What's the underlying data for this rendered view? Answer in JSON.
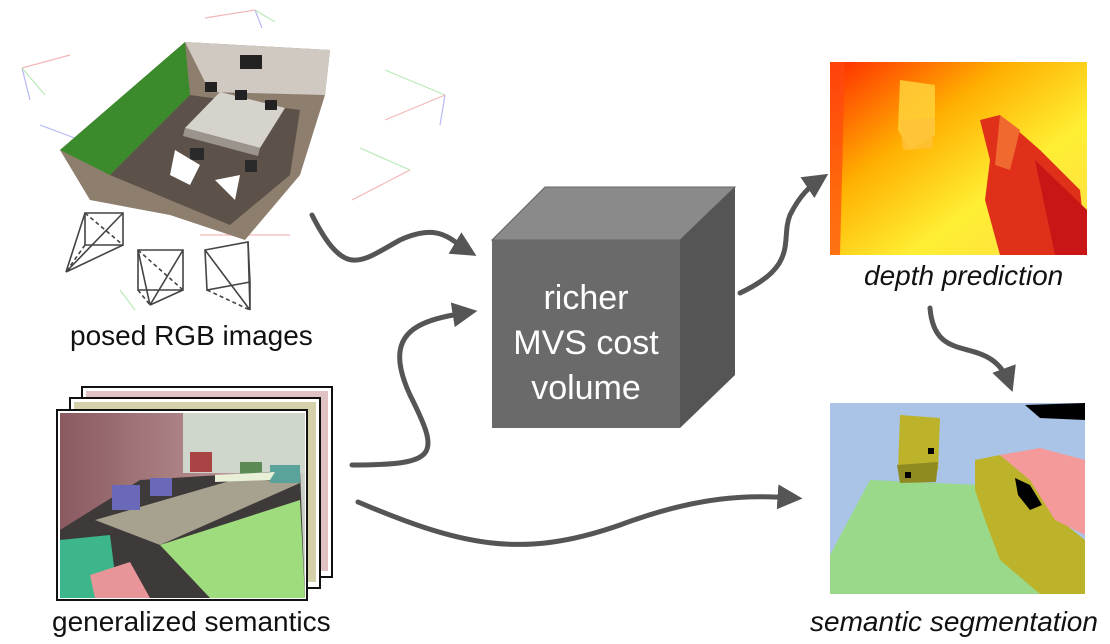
{
  "labels": {
    "posed": "posed RGB images",
    "semantics": "generalized semantics",
    "depth": "depth prediction",
    "segmentation": "semantic segmentation"
  },
  "cube": {
    "line1": "richer",
    "line2": "MVS cost",
    "line3": "volume"
  },
  "colors": {
    "arrow": "#555555",
    "cube_front": "#6a6a6a",
    "cube_top": "#8a8a8a",
    "cube_side": "#555555",
    "seg_wall": "#a9c4e6",
    "seg_floor": "#9ad98a",
    "seg_chair": "#bcb32a",
    "seg_person": "#f59a9a",
    "seg_unknown": "#000000",
    "depth_near": "#cc1010",
    "depth_mid": "#ff9a00",
    "depth_far": "#ffee33"
  },
  "icons": {
    "arrows": "curved-arrow-icon",
    "cameras": "camera-frustum-icon"
  }
}
